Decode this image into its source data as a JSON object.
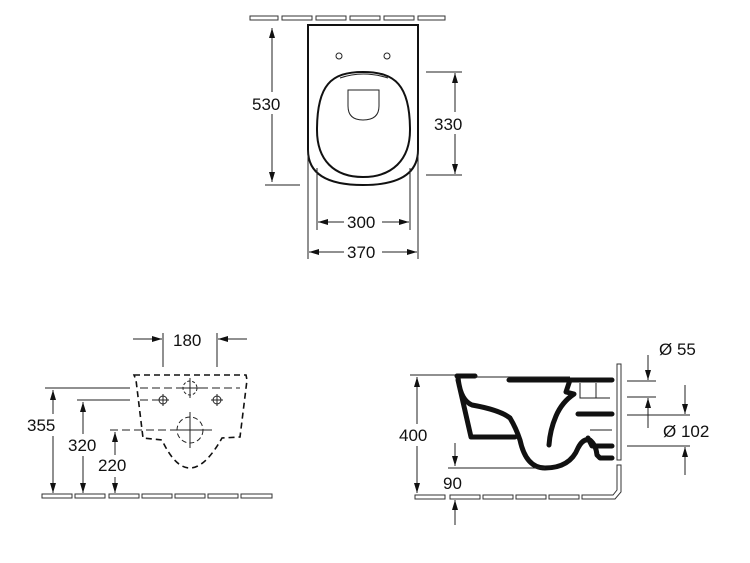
{
  "top_view": {
    "depth_label": "530",
    "seat_depth_label": "330",
    "seat_width_label": "300",
    "width_label": "370"
  },
  "rear_view": {
    "spacing_label": "180",
    "height_a_label": "355",
    "height_b_label": "320",
    "height_c_label": "220"
  },
  "side_view": {
    "height_label": "400",
    "outlet_label": "90",
    "inlet_label": "Ø 55",
    "outlet_dia_label": "Ø 102"
  }
}
